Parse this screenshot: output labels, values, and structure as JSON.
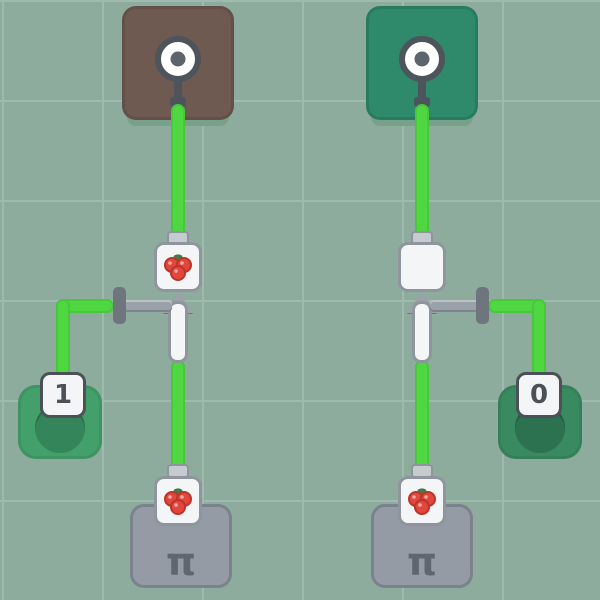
{
  "colors": {
    "bg": "#8dac9e",
    "grid-line": "#c2d8cb",
    "tile-shadow": "#79a08b",
    "wire": "#4fd742",
    "brown-tile": "#6f5a51",
    "teal-tile": "#2e8a6a",
    "lamp-ring": "#4d545b",
    "lamp-core": "#5d646b",
    "comp-face": "#f3f5f6",
    "comp-edge": "#8e959c",
    "tab-face": "#c6cbd0",
    "metal": "#9aa1a8",
    "metal-dark": "#6e757c",
    "berry": "#e2473c",
    "berry-edge": "#bb342a",
    "leaf": "#3f7d47",
    "ink": "#4b5157",
    "pad-left": "#43a06b",
    "pad-left-well": "#35855a",
    "pad-right": "#3a8a61",
    "pad-right-well": "#2c7150",
    "pi-face": "#959ba5",
    "pi-edge": "#7a828c",
    "pi-ink": "#5f666f"
  },
  "icons": {
    "lamp": "lamp-icon",
    "berries": "berries-icon",
    "valve_arrow": "up-arrow-icon",
    "pi": "pi-symbol"
  },
  "left_circuit": {
    "output_tile": {
      "state_color": "#6f5a51"
    },
    "upper_node": {
      "icon": "berries-icon"
    },
    "valve": {
      "arrow_direction": "up",
      "pipe_side": "left"
    },
    "input_button": {
      "label": "1"
    },
    "source_tile": {
      "symbol": "π",
      "icon": "berries-icon"
    }
  },
  "right_circuit": {
    "output_tile": {
      "state_color": "#2e8a6a"
    },
    "upper_node": {
      "icon": "none"
    },
    "valve": {
      "arrow_direction": "up",
      "pipe_side": "right"
    },
    "input_button": {
      "label": "0"
    },
    "source_tile": {
      "symbol": "π",
      "icon": "berries-icon"
    }
  }
}
